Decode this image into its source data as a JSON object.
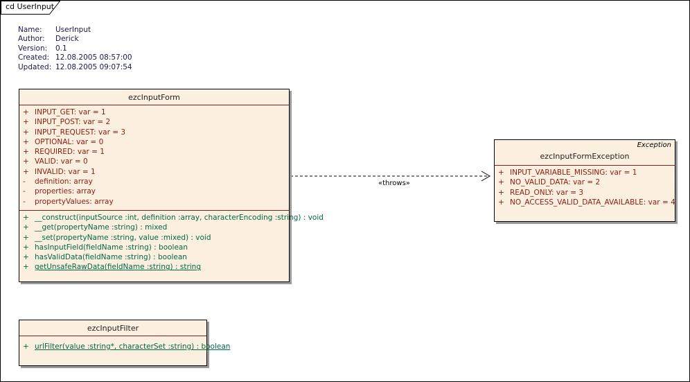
{
  "diagram": {
    "frame_tab": "cd UserInput",
    "meta": [
      {
        "key": "Name:",
        "value": "UserInput"
      },
      {
        "key": "Author:",
        "value": "Derick"
      },
      {
        "key": "Version:",
        "value": "0.1"
      },
      {
        "key": "Created:",
        "value": "12.08.2005 08:57:00"
      },
      {
        "key": "Updated:",
        "value": "12.08.2005 09:07:54"
      }
    ]
  },
  "colors": {
    "class_fill": "#fbf0e0",
    "class_border": "#000000",
    "class_shadow": "#9a9a9a",
    "compartment_divider": "#7d2020",
    "attribute_text": "#8b1a10",
    "operation_text": "#006644",
    "title_text": "#202020",
    "meta_text": "#1a1a44",
    "page_background": "#ffffff",
    "page_border": "#000000"
  },
  "classes": {
    "input_form": {
      "name": "ezcInputForm",
      "stereotype": "",
      "attributes": [
        {
          "vis": "+",
          "text": "INPUT_GET:  var = 1",
          "static": false
        },
        {
          "vis": "+",
          "text": "INPUT_POST:  var = 2",
          "static": false
        },
        {
          "vis": "+",
          "text": "INPUT_REQUEST:  var = 3",
          "static": false
        },
        {
          "vis": "+",
          "text": "OPTIONAL:  var = 0",
          "static": false
        },
        {
          "vis": "+",
          "text": "REQUIRED:  var = 1",
          "static": false
        },
        {
          "vis": "+",
          "text": "VALID:  var = 0",
          "static": false
        },
        {
          "vis": "+",
          "text": "INVALID:  var = 1",
          "static": false
        },
        {
          "vis": "-",
          "text": "definition:  array",
          "static": false
        },
        {
          "vis": "-",
          "text": "properties:  array",
          "static": false
        },
        {
          "vis": "-",
          "text": "propertyValues:  array",
          "static": false
        }
      ],
      "operations": [
        {
          "vis": "+",
          "text": "__construct(inputSource :int, definition :array, characterEncoding :string) : void",
          "static": false
        },
        {
          "vis": "+",
          "text": "__get(propertyName :string) : mixed",
          "static": false
        },
        {
          "vis": "+",
          "text": "__set(propertyName :string, value :mixed) : void",
          "static": false
        },
        {
          "vis": "+",
          "text": "hasInputField(fieldName :string) : boolean",
          "static": false
        },
        {
          "vis": "+",
          "text": "hasValidData(fieldName :string) : boolean",
          "static": false
        },
        {
          "vis": "+",
          "text": "getUnsafeRawData(fieldName :string) : string",
          "static": true
        }
      ]
    },
    "input_form_exception": {
      "name": "ezcInputFormException",
      "stereotype": "Exception",
      "attributes": [
        {
          "vis": "+",
          "text": "INPUT_VARIABLE_MISSING:  var = 1",
          "static": false
        },
        {
          "vis": "+",
          "text": "NO_VALID_DATA:  var = 2",
          "static": false
        },
        {
          "vis": "+",
          "text": "READ_ONLY:  var = 3",
          "static": false
        },
        {
          "vis": "+",
          "text": "NO_ACCESS_VALID_DATA_AVAILABLE:  var = 4",
          "static": false
        }
      ],
      "operations": []
    },
    "input_filter": {
      "name": "ezcInputFilter",
      "stereotype": "",
      "attributes": [],
      "operations": [
        {
          "vis": "+",
          "text": "urlFilter(value :string*, characterSet :string) : boolean",
          "static": true
        }
      ]
    }
  },
  "connectors": {
    "throws": {
      "label": "«throws»",
      "from": "ezcInputForm",
      "to": "ezcInputFormException",
      "style": "dashed",
      "arrow": "open"
    }
  }
}
